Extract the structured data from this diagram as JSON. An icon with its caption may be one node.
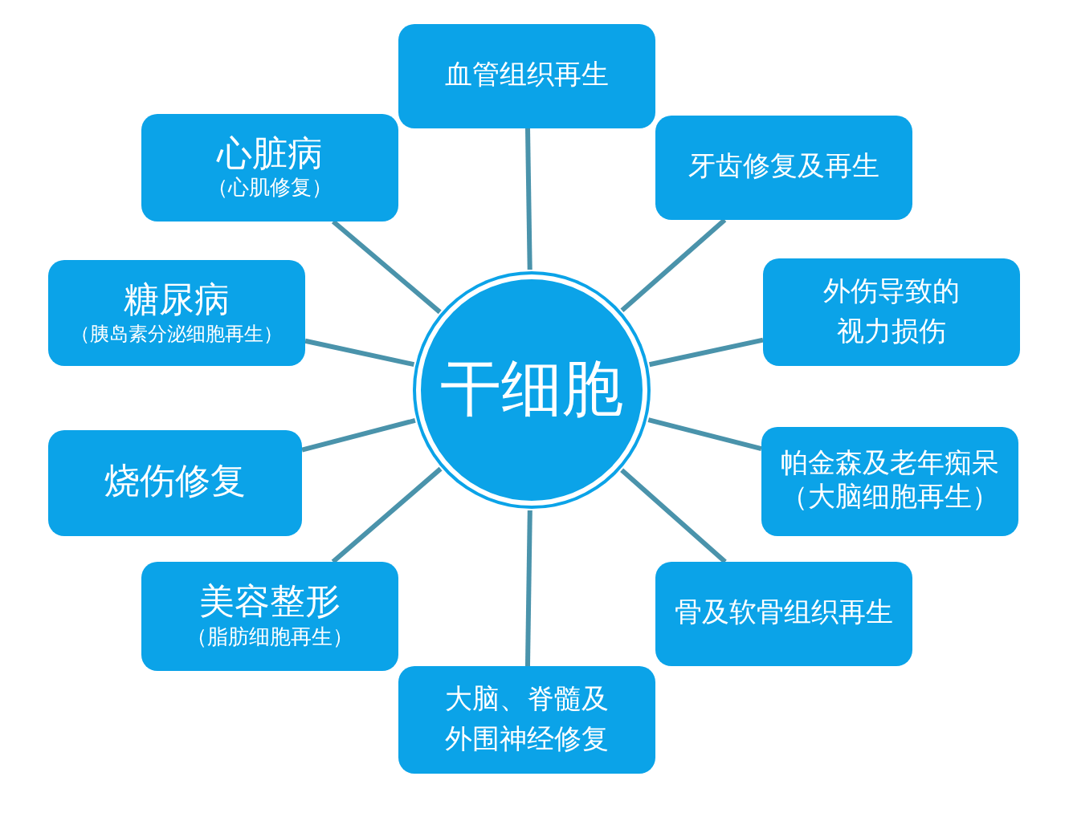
{
  "diagram": {
    "nodes": [
      {
        "text": [
          "干细胞"
        ]
      },
      {
        "text": [
          "血管组织再生"
        ]
      },
      {
        "text": [
          "牙齿修复及再生"
        ]
      },
      {
        "text": [
          "外伤导致的视力损伤"
        ]
      },
      {
        "text": [
          "帕金森及老年痴呆",
          "（大脑细胞再生）"
        ]
      },
      {
        "text": [
          "骨及软骨组织再生"
        ]
      },
      {
        "text": [
          "大脑、脊髓及外围神经修复"
        ]
      },
      {
        "text": [
          "美容整形",
          "（脂肪细胞再生）"
        ]
      },
      {
        "text": [
          "烧伤修复"
        ]
      },
      {
        "text": [
          "糖尿病",
          "（胰岛素分泌细胞再生）"
        ]
      },
      {
        "text": [
          "心脏病",
          "（心肌修复）"
        ]
      }
    ],
    "edges": [
      {
        "from": 0,
        "to": 1,
        "arrow": "none"
      },
      {
        "from": 0,
        "to": 2,
        "arrow": "none"
      },
      {
        "from": 0,
        "to": 3,
        "arrow": "none"
      },
      {
        "from": 0,
        "to": 4,
        "arrow": "none"
      },
      {
        "from": 0,
        "to": 5,
        "arrow": "none"
      },
      {
        "from": 0,
        "to": 6,
        "arrow": "none"
      },
      {
        "from": 0,
        "to": 7,
        "arrow": "none"
      },
      {
        "from": 0,
        "to": 8,
        "arrow": "none"
      },
      {
        "from": 0,
        "to": 9,
        "arrow": "none"
      },
      {
        "from": 0,
        "to": 10,
        "arrow": "none"
      }
    ]
  }
}
